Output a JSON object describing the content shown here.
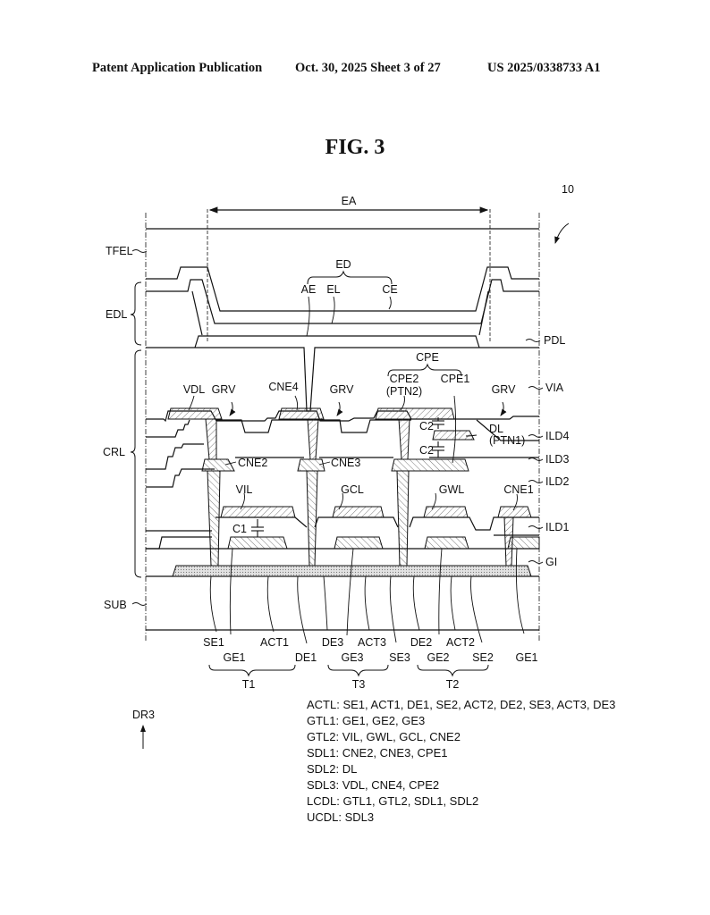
{
  "header": {
    "publication": "Patent Application Publication",
    "date_sheet": "Oct. 30, 2025  Sheet 3 of 27",
    "patent_number": "US 2025/0338733 A1"
  },
  "figure": {
    "title": "FIG. 3",
    "reference_numeral": "10",
    "direction_label": "DR3",
    "region_labels": {
      "EA": "EA",
      "ED": "ED",
      "CPE": "CPE"
    },
    "left_labels": [
      "TFEL",
      "EDL",
      "CRL",
      "SUB"
    ],
    "right_labels": [
      "PDL",
      "VIA",
      "ILD4",
      "ILD3",
      "ILD2",
      "ILD1",
      "GI"
    ],
    "element_labels": {
      "AE": "AE",
      "EL": "EL",
      "CE": "CE",
      "VDL": "VDL",
      "GRV": "GRV",
      "CNE4": "CNE4",
      "CPE2": "CPE2",
      "PTN2": "(PTN2)",
      "CPE1": "CPE1",
      "C2": "C2",
      "DL": "DL",
      "PTN1": "(PTN1)",
      "CNE2": "CNE2",
      "CNE3": "CNE3",
      "CNE1": "CNE1",
      "VIL": "VIL",
      "GCL": "GCL",
      "GWL": "GWL",
      "C1": "C1"
    },
    "bottom_labels_row1": [
      "SE1",
      "ACT1",
      "DE3",
      "ACT3",
      "DE2",
      "ACT2"
    ],
    "bottom_labels_row2": [
      "GE1",
      "DE1",
      "GE3",
      "SE3",
      "GE2",
      "SE2",
      "GE1"
    ],
    "transistors": [
      "T1",
      "T3",
      "T2"
    ]
  },
  "legend": [
    "ACTL: SE1, ACT1, DE1, SE2, ACT2, DE2, SE3, ACT3, DE3",
    "GTL1: GE1, GE2, GE3",
    "GTL2: VIL, GWL, GCL, CNE2",
    "SDL1: CNE2, CNE3, CPE1",
    "SDL2: DL",
    "SDL3: VDL, CNE4, CPE2",
    "LCDL: GTL1, GTL2, SDL1, SDL2",
    "UCDL: SDL3"
  ]
}
